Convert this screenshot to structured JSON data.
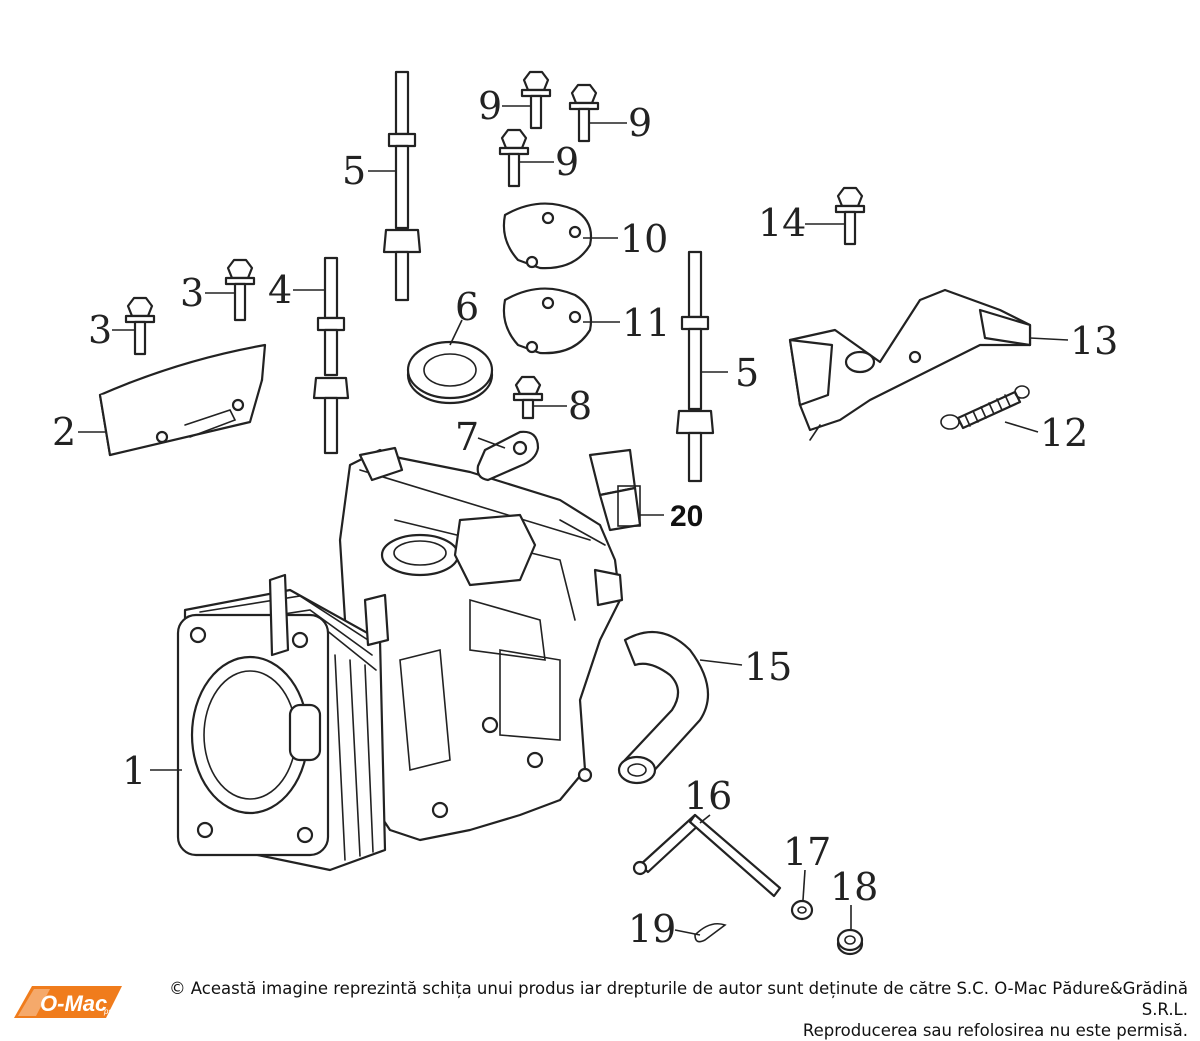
{
  "diagram": {
    "callouts": [
      {
        "id": "c1",
        "label": "1"
      },
      {
        "id": "c2",
        "label": "2"
      },
      {
        "id": "c3a",
        "label": "3"
      },
      {
        "id": "c3b",
        "label": "3"
      },
      {
        "id": "c4",
        "label": "4"
      },
      {
        "id": "c5a",
        "label": "5"
      },
      {
        "id": "c5b",
        "label": "5"
      },
      {
        "id": "c6",
        "label": "6"
      },
      {
        "id": "c7",
        "label": "7"
      },
      {
        "id": "c8",
        "label": "8"
      },
      {
        "id": "c9a",
        "label": "9"
      },
      {
        "id": "c9b",
        "label": "9"
      },
      {
        "id": "c9c",
        "label": "9"
      },
      {
        "id": "c10",
        "label": "10"
      },
      {
        "id": "c11",
        "label": "11"
      },
      {
        "id": "c12",
        "label": "12"
      },
      {
        "id": "c13",
        "label": "13"
      },
      {
        "id": "c14",
        "label": "14"
      },
      {
        "id": "c15",
        "label": "15"
      },
      {
        "id": "c16",
        "label": "16"
      },
      {
        "id": "c17",
        "label": "17"
      },
      {
        "id": "c18",
        "label": "18"
      },
      {
        "id": "c19",
        "label": "19"
      },
      {
        "id": "c20",
        "label": "20"
      }
    ]
  },
  "footer": {
    "logo_text": "O-Mac",
    "logo_suffix": "psg",
    "copyright_line1": "© Această imagine reprezintă schița unui produs iar drepturile de autor sunt deținute de către S.C. O-Mac Pădure&Grădină S.R.L.",
    "copyright_line2": "Reproducerea sau refolosirea nu este permisă."
  },
  "colors": {
    "logo_orange": "#f07c1c",
    "line": "#222222"
  }
}
